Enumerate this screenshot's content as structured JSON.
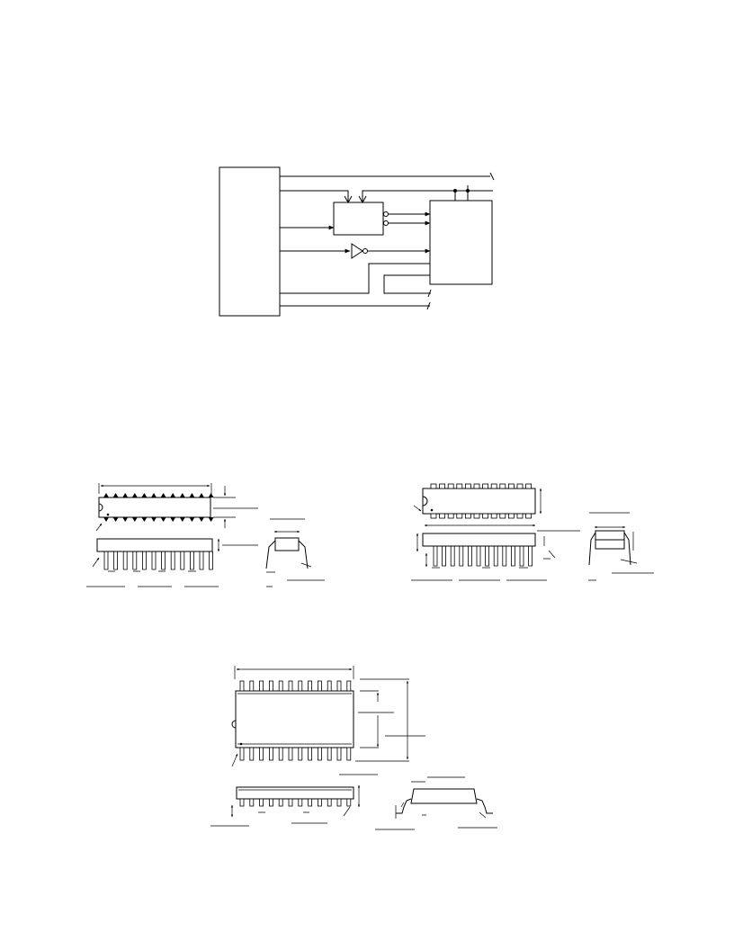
{
  "page": {
    "labels": []
  },
  "figures": [
    {
      "name": "interface-block-diagram",
      "text": []
    },
    {
      "name": "dip-package-outline",
      "text": []
    },
    {
      "name": "cerdip-package-outline",
      "text": []
    },
    {
      "name": "soic-package-outline",
      "text": []
    }
  ]
}
